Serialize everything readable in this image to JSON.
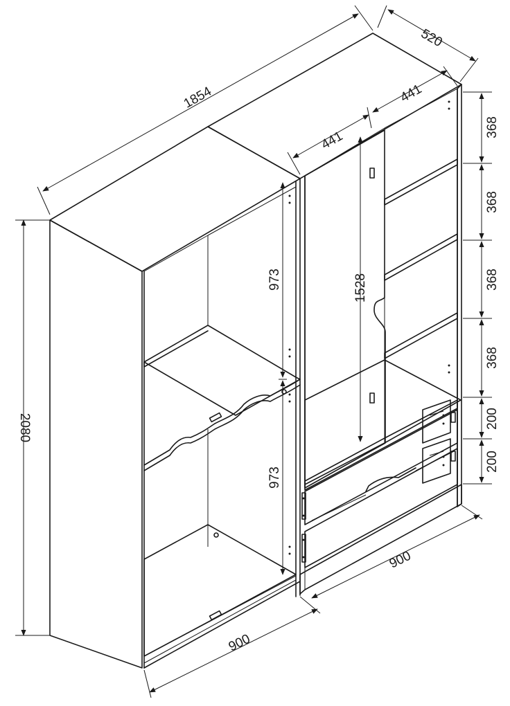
{
  "dimensions": {
    "total_width": "1854",
    "depth": "520",
    "right_top_half_a": "441",
    "right_top_half_b": "441",
    "total_height": "2080",
    "left_upper_height": "973",
    "left_lower_height": "973",
    "door_height": "1528",
    "shelf_gap_1": "368",
    "shelf_gap_2": "368",
    "shelf_gap_3": "368",
    "shelf_gap_4": "368",
    "drawer_height_1": "200",
    "drawer_height_2": "200",
    "left_module_width": "900",
    "right_module_width": "900"
  }
}
